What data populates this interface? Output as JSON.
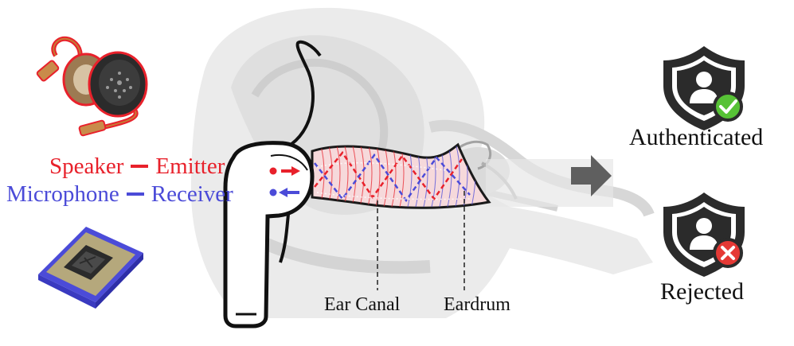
{
  "labels": {
    "speaker": "Speaker",
    "emitter": "Emitter",
    "microphone": "Microphone",
    "receiver": "Receiver",
    "ear_canal": "Ear Canal",
    "eardrum": "Eardrum",
    "authenticated": "Authenticated",
    "rejected": "Rejected"
  },
  "colors": {
    "speaker_red": "#e8212b",
    "mic_blue": "#4b4bd8",
    "shield_dark": "#2b2b2b",
    "check_green": "#57c236",
    "cross_red": "#e53935",
    "arrow_gray": "#5f5f5f",
    "canal_pink": "#f3c9cc"
  },
  "icons": {
    "speaker_component": "speaker-driver-icon",
    "mic_component": "mems-microphone-icon",
    "authenticated": "shield-user-check-icon",
    "rejected": "shield-user-cross-icon",
    "flow": "right-arrow-icon",
    "device": "earbud-icon"
  }
}
